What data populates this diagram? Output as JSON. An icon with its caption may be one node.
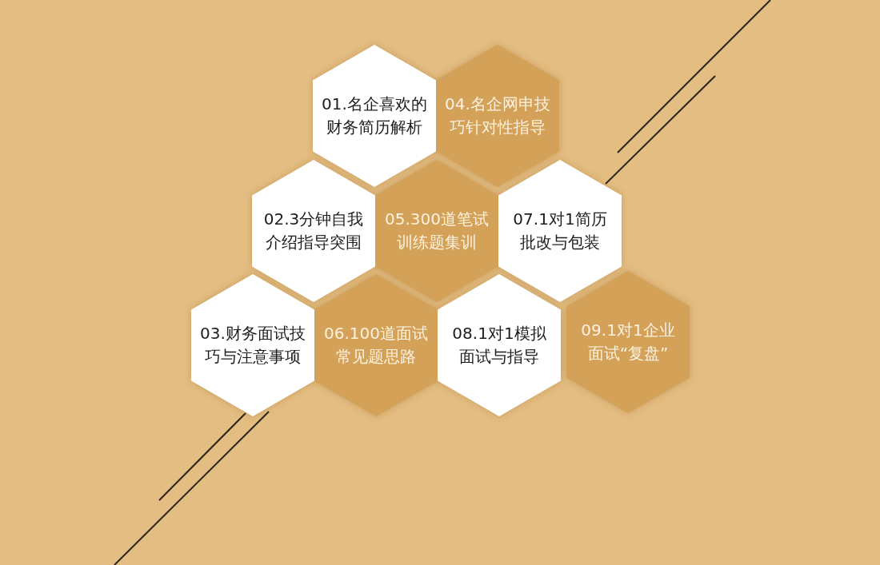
{
  "diagram": {
    "nodes": [
      {
        "text": [
          "01.名企喜欢的财务简历解析"
        ]
      },
      {
        "text": [
          "04.名企网申技巧针对性指导"
        ]
      },
      {
        "text": [
          "02.3分钟自我介绍指导突围"
        ]
      },
      {
        "text": [
          "05.300道笔试训练题集训"
        ]
      },
      {
        "text": [
          "07.1对1简历批改与包装"
        ]
      },
      {
        "text": [
          "03.财务面试技巧与注意事项"
        ]
      },
      {
        "text": [
          "06.100道面试常见题思路"
        ]
      },
      {
        "text": [
          "08.1对1模拟面试与指导"
        ]
      },
      {
        "text": [
          "09.1对1企业面试“复盘”"
        ]
      }
    ]
  }
}
